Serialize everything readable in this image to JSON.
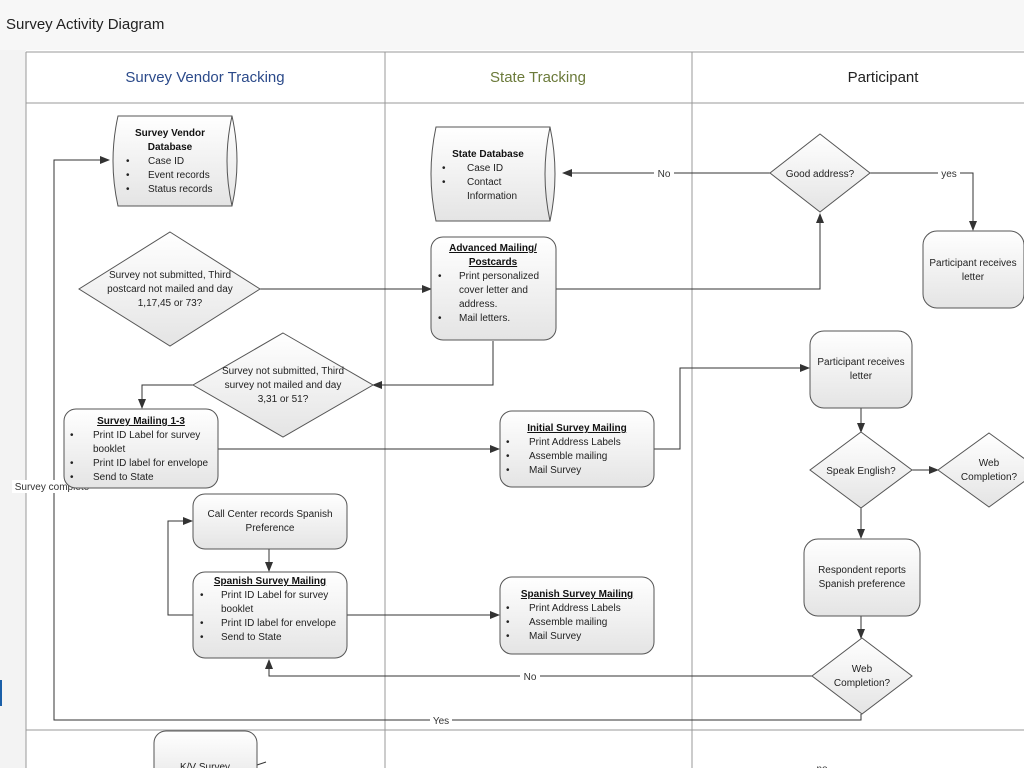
{
  "page_title": "Survey Activity Diagram",
  "colors": {
    "vendor_header": "#2b4a8a",
    "state_header": "#6b7a3a",
    "participant_header": "#222222"
  },
  "lanes": [
    {
      "name": "Survey Vendor Tracking"
    },
    {
      "name": "State Tracking"
    },
    {
      "name": "Participant"
    }
  ],
  "nodes": {
    "vendor_db": {
      "title": [
        "Survey Vendor",
        "Database"
      ],
      "items": [
        "Case ID",
        "Event records",
        "Status records"
      ]
    },
    "state_db": {
      "title": [
        "State Database"
      ],
      "items": [
        "Case ID",
        "Contact",
        "Information"
      ]
    },
    "good_address": {
      "text": [
        "Good address?"
      ]
    },
    "participant_letter_1": {
      "text": [
        "Participant receives",
        "letter"
      ]
    },
    "third_postcard": {
      "text": [
        "Survey not submitted, Third",
        "postcard not mailed and day",
        "1,17,45 or 73?"
      ]
    },
    "advanced_mailing": {
      "title": [
        "Advanced Mailing/",
        "Postcards"
      ],
      "items": [
        "Print personalized",
        "cover letter and",
        "address.",
        "Mail letters."
      ]
    },
    "third_survey": {
      "text": [
        "Survey not submitted, Third",
        "survey not mailed and day",
        "3,31 or 51?"
      ]
    },
    "participant_letter_2": {
      "text": [
        "Participant receives",
        "letter"
      ]
    },
    "survey_mailing": {
      "title": [
        "Survey Mailing 1-3"
      ],
      "items": [
        "Print ID Label for survey",
        "booklet",
        "Print ID label for envelope",
        "Send to State"
      ]
    },
    "initial_mailing": {
      "title": [
        "Initial Survey Mailing"
      ],
      "items": [
        "Print Address Labels",
        "Assemble mailing",
        "Mail Survey"
      ]
    },
    "speak_english": {
      "text": [
        "Speak English?"
      ]
    },
    "web_completion_1": {
      "text": [
        "Web",
        "Completion?"
      ]
    },
    "call_center": {
      "text": [
        "Call Center records Spanish",
        "Preference"
      ]
    },
    "respondent_spanish": {
      "text": [
        "Respondent reports",
        "Spanish preference"
      ]
    },
    "spanish_vendor": {
      "title": [
        "Spanish Survey Mailing"
      ],
      "items": [
        "Print ID Label for survey",
        "booklet",
        "Print ID label for envelope",
        "Send to State"
      ]
    },
    "spanish_state": {
      "title": [
        "Spanish  Survey Mailing"
      ],
      "items": [
        "Print Address Labels",
        "Assemble mailing",
        "Mail Survey"
      ]
    },
    "web_completion_2": {
      "text": [
        "Web",
        "Completion?"
      ]
    },
    "kv_survey": {
      "text": [
        "K/V Survey"
      ]
    }
  },
  "labels": {
    "no_1": "No",
    "yes_1": "yes",
    "survey_complete": "Survey complete",
    "no_2": "No",
    "yes_2": "Yes",
    "bottom_fragment": "no"
  }
}
